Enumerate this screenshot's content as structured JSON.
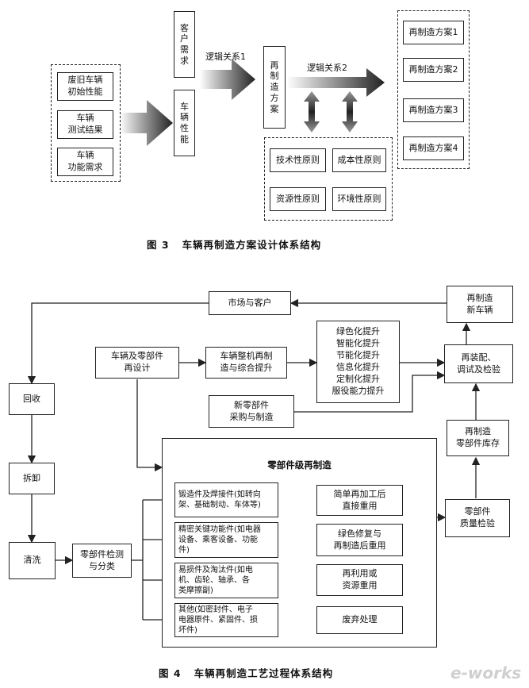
{
  "fig3": {
    "inputs": [
      "废旧车辆\n初始性能",
      "车辆\n测试结果",
      "车辆\n功能需求"
    ],
    "customer_need": "客\n户\n需\n求",
    "vehicle_perf": "车\n辆\n性\n能",
    "logic1": "逻辑关系1",
    "logic2": "逻辑关系2",
    "scheme": "再\n制\n造\n方\n案",
    "principles": [
      "技术性原则",
      "成本性原则",
      "资源性原则",
      "环境性原则"
    ],
    "plans": [
      "再制造方案1",
      "再制造方案2",
      "再制造方案3",
      "再制造方案4"
    ],
    "caption": "图 3   车辆再制造方案设计体系结构"
  },
  "fig4": {
    "market": "市场与客户",
    "new_vehicle": "再制造\n新车辆",
    "redesign": "车辆及零部件\n再设计",
    "vehicle_remfg": "车辆整机再制\n造与综合提升",
    "upgrades": "绿色化提升\n智能化提升\n节能化提升\n信息化提升\n定制化提升\n服役能力提升",
    "reassembly": "再装配、\n调试及检验",
    "new_parts": "新零部件\n采购与制造",
    "recycle": "回收",
    "disassemble": "拆卸",
    "clean": "清洗",
    "inspect": "零部件检测\n与分类",
    "part_level": "零部件级再制造",
    "categories": [
      "锻造件及焊接件(如转向\n架、基础制动、车体等)",
      "精密关键功能件(如电器\n设备、乘客设备、功能\n件)",
      "易损件及淘汰件(如电\n机、齿轮、轴承、各\n类摩擦副)",
      "其他(如密封件、电子\n电器原件、紧固件、损\n坏件)"
    ],
    "treatments": [
      "简单再加工后\n直接重用",
      "绿色修复与\n再制造后重用",
      "再利用或\n资源重用",
      "废弃处理"
    ],
    "stock": "再制造\n零部件库存",
    "quality": "零部件\n质量检验",
    "caption": "图 4   车辆再制造工艺过程体系结构"
  },
  "watermark": "e-works"
}
